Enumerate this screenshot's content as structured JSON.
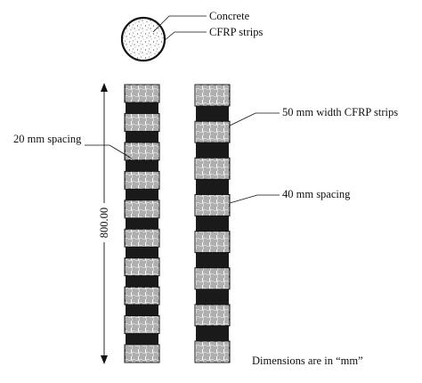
{
  "section": {
    "concrete_label": "Concrete",
    "cfrp_label": "CFRP strips"
  },
  "column_left": {
    "spacing_label": "20 mm spacing",
    "height_label": "800.00",
    "strip_count": 10
  },
  "column_right": {
    "width_label": "50 mm width CFRP strips",
    "spacing_label": "40 mm spacing",
    "strip_count": 8
  },
  "note": "Dimensions are in “mm”",
  "colors": {
    "concrete_fill": "#1a1a1a",
    "strip_fill": "#ffffff",
    "line": "#111111"
  }
}
